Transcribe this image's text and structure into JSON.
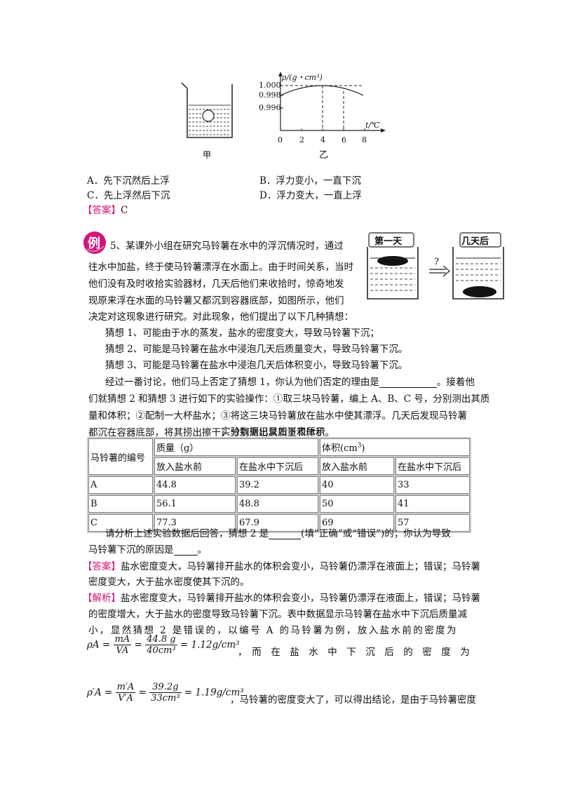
{
  "figure_top": {
    "label_left": "甲",
    "label_right": "乙",
    "y_axis_label": "ρ/(g・cm³)",
    "x_axis_label": "t/℃",
    "y_ticks": [
      "1.000",
      "0.998",
      "0.996"
    ],
    "x_ticks": [
      "0",
      "2",
      "4",
      "6",
      "8"
    ]
  },
  "options": {
    "a": "A．先下沉然后上浮",
    "b": "B．浮力变小，一直下沉",
    "c": "C．先上浮然后下沉",
    "d": "D．浮力变大，一直上浮"
  },
  "answer1": {
    "tag": "【答案】",
    "value": "C"
  },
  "example_badge": "例",
  "figure_right": {
    "label_day1": "第一天",
    "label_later": "几天后",
    "question_mark": "?"
  },
  "intro": {
    "line1": "5、某课外小组在研究马铃薯在水中的浮沉情况时，通过",
    "line2": "往水中加盐，终于使马铃薯漂浮在水面上。由于时间关系，当时",
    "line3": "他们没有及时收拾实验器材，几天后他们来收拾时，惊奇地发",
    "line4": "现原来浮在水面的马铃薯又都沉到容器底部，如图所示，他们",
    "line5": "决定对这现象进行研究。对此现象，他们提出了以下几种猜想："
  },
  "guesses": {
    "g1": "猜想 1、可能由于水的蒸发，盐水的密度变大，导致马铃薯下沉；",
    "g2": "猜想 2、可能是马铃薯在盐水中浸泡几天后质量变大，导致马铃薯下沉。",
    "g3": "猜想 3、可能是马铃薯在盐水中浸泡几天后体积变小，导致马铃薯下沉。"
  },
  "procedure": {
    "line1a": "经过一番讨论，他们马上否定了猜想 1，你认为他们否定的理由是",
    "line1b": "。接着他",
    "line2": "们就猜想 2 和猜想 3 进行如下的实验操作：①取三块马铃薯，编上 A、B、C 号，分别测出其质",
    "line3": "量和体积；②配制一大杯盐水；③将这三块马铃薯放在盐水中使其漂浮。几天后发现马铃薯",
    "line4": "都沉在容器底部，将其捞出擦干，分别测出其质量和体积。"
  },
  "table": {
    "caption": "实验数据记录如下表所示",
    "col_id": "马铃薯的编号",
    "col_mass": "质量（g）",
    "col_volume": "体积(cm³)",
    "sub_before": "放入盐水前",
    "sub_after": "在盐水中下沉后",
    "rows": [
      {
        "id": "A",
        "m_before": "44.8",
        "m_after": "39.2",
        "v_before": "40",
        "v_after": "33"
      },
      {
        "id": "B",
        "m_before": "56.1",
        "m_after": "48.8",
        "v_before": "50",
        "v_after": "41"
      },
      {
        "id": "C",
        "m_before": "77.3",
        "m_after": "67.9",
        "v_before": "69",
        "v_after": "57"
      }
    ]
  },
  "question": {
    "line1a": "请分析上述实验数据后回答，猜想 2 是",
    "line1b": "(填“正确”或“错误”)的；你认为导致",
    "line2a": "马铃薯下沉的原因是",
    "line2b": "。"
  },
  "answer2": {
    "tag": "【答案】",
    "line1": "盐水密度变大，马铃薯排开盐水的体积会变小，马铃薯仍漂浮在液面上；错误；马铃薯",
    "line2": "密度变大，大于盐水密度使其下沉的。"
  },
  "analysis": {
    "tag": "【解析】",
    "line1": "盐水密度变大，马铃薯排开盐水的体积会变小，马铃薯仍漂浮在液面上，错误；马铃薯",
    "line2": "的密度增大，大于盐水的密度导致马铃薯下沉。表中数据显示马铃薯在盐水中下沉后质量减",
    "line3": "小，显然猜想 2 是错误的，以编号 A 的马铃薯为例，放入盐水前的密度为",
    "f1_lhs": "ρA =",
    "f1_num1": "mA",
    "f1_den1": "VA",
    "f1_num2": "44.8 g",
    "f1_den2": "40cm³",
    "f1_result": "= 1.12g/cm³",
    "f1_tail": "，　而　在　盐　水　中　下　沉　后　的　密　度　为",
    "f2_lhs": "ρ′A =",
    "f2_num1": "m′A",
    "f2_den1": "V′A",
    "f2_num2": "39.2g",
    "f2_den2": "33cm³",
    "f2_result": "= 1.19g/cm³",
    "f2_tail": "，马铃薯的密度变大了，可以得出结论，是由于马铃薯密度"
  }
}
